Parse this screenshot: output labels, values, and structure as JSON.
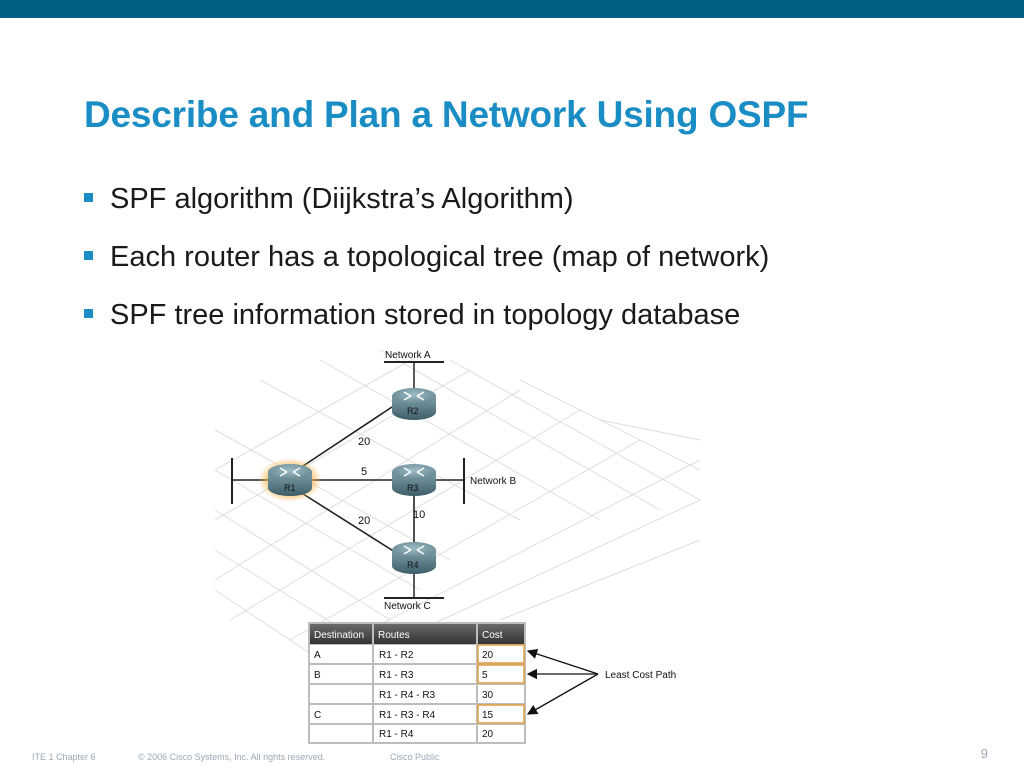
{
  "slide": {
    "title": "Describe and Plan a Network Using OSPF",
    "bullets": [
      "SPF algorithm (Diijkstra’s Algorithm)",
      "Each router has a topological tree (map of network)",
      "SPF tree information stored in topology database"
    ],
    "colors": {
      "title": "#1a8dc5",
      "top_bar": "#005e85",
      "highlight": "#f0a030"
    }
  },
  "diagram": {
    "networks": {
      "a": "Network A",
      "b": "Network B",
      "c": "Network C"
    },
    "routers": {
      "r1": "R1",
      "r2": "R2",
      "r3": "R3",
      "r4": "R4"
    },
    "costs": {
      "r1_r2": "20",
      "r1_r3": "5",
      "r1_r4": "20",
      "r3_r4": "10"
    },
    "table": {
      "headers": [
        "Destination",
        "Routes",
        "Cost"
      ],
      "rows": [
        [
          "A",
          "R1 - R2",
          "20"
        ],
        [
          "B",
          "R1 - R3",
          "5"
        ],
        [
          "",
          "R1 - R4 - R3",
          "30"
        ],
        [
          "C",
          "R1 - R3 - R4",
          "15"
        ],
        [
          "",
          "R1 - R4",
          "20"
        ]
      ],
      "least_cost_label": "Least Cost Path"
    }
  },
  "footer": {
    "chapter": "ITE 1 Chapter 6",
    "copyright": "© 2006 Cisco Systems, Inc. All rights reserved.",
    "classification": "Cisco Public",
    "page_number": "9"
  }
}
